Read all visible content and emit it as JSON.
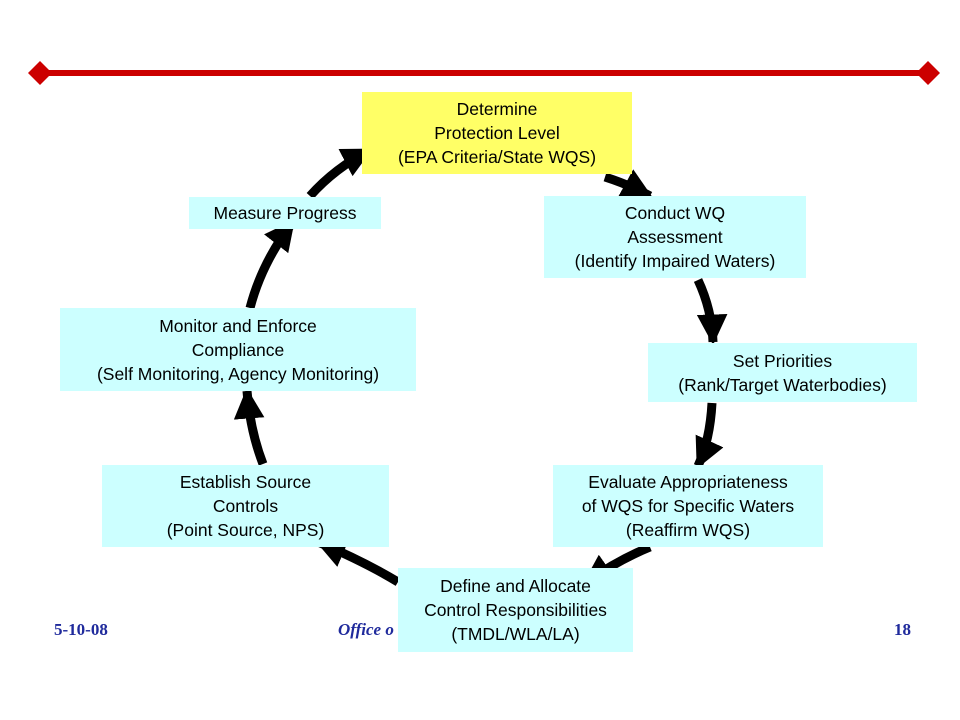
{
  "colors": {
    "rule": "#cc0000",
    "arrow": "#000000",
    "box_fill": "#ccffff",
    "highlight_fill": "#ffff66",
    "footer_text": "#1f2a9c"
  },
  "nodes": [
    {
      "id": "determine",
      "fill": "highlight",
      "lines": [
        "Determine",
        "Protection Level",
        "(EPA Criteria/State WQS)"
      ]
    },
    {
      "id": "conduct",
      "fill": "box",
      "lines": [
        "Conduct WQ",
        "Assessment",
        "(Identify Impaired Waters)"
      ]
    },
    {
      "id": "priorities",
      "fill": "box",
      "lines": [
        "Set Priorities",
        "(Rank/Target Waterbodies)"
      ]
    },
    {
      "id": "evaluate",
      "fill": "box",
      "lines": [
        "Evaluate Appropriateness",
        "of WQS for Specific Waters",
        "(Reaffirm WQS)"
      ]
    },
    {
      "id": "define",
      "fill": "box",
      "lines": [
        "Define and Allocate",
        "Control Responsibilities",
        "(TMDL/WLA/LA)"
      ]
    },
    {
      "id": "establish",
      "fill": "box",
      "lines": [
        "Establish Source",
        "Controls",
        "(Point Source, NPS)"
      ]
    },
    {
      "id": "monitor",
      "fill": "box",
      "lines": [
        "Monitor and Enforce",
        "Compliance",
        "(Self Monitoring, Agency Monitoring)"
      ]
    },
    {
      "id": "measure",
      "fill": "box",
      "lines": [
        "Measure Progress"
      ]
    }
  ],
  "edges": [
    {
      "from": "determine",
      "to": "conduct"
    },
    {
      "from": "conduct",
      "to": "priorities"
    },
    {
      "from": "priorities",
      "to": "evaluate"
    },
    {
      "from": "evaluate",
      "to": "define"
    },
    {
      "from": "define",
      "to": "establish"
    },
    {
      "from": "establish",
      "to": "monitor"
    },
    {
      "from": "monitor",
      "to": "measure"
    },
    {
      "from": "measure",
      "to": "determine"
    }
  ],
  "footer": {
    "date": "5-10-08",
    "office": "Office o",
    "page": "18"
  }
}
